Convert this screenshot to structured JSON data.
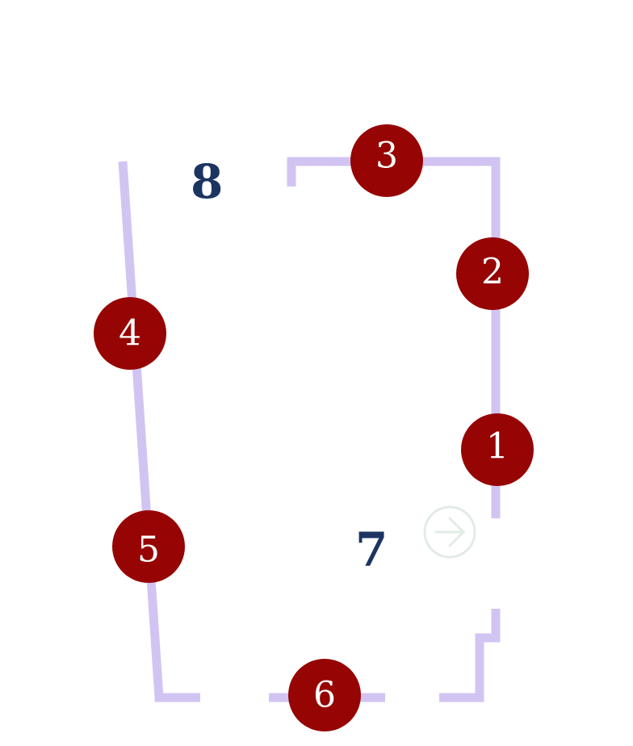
{
  "colors": {
    "path": "#d2c4f2",
    "marker_fill": "#960404",
    "marker_text": "#ffffff",
    "label_text": "#1b3461",
    "next_icon": "#e3ebe6"
  },
  "markers": [
    {
      "number": "1"
    },
    {
      "number": "2"
    },
    {
      "number": "3"
    },
    {
      "number": "4"
    },
    {
      "number": "5"
    },
    {
      "number": "6"
    }
  ],
  "labels": [
    {
      "number": "7"
    },
    {
      "number": "8"
    }
  ],
  "next_button": {
    "icon": "arrow-right-circle-icon"
  }
}
